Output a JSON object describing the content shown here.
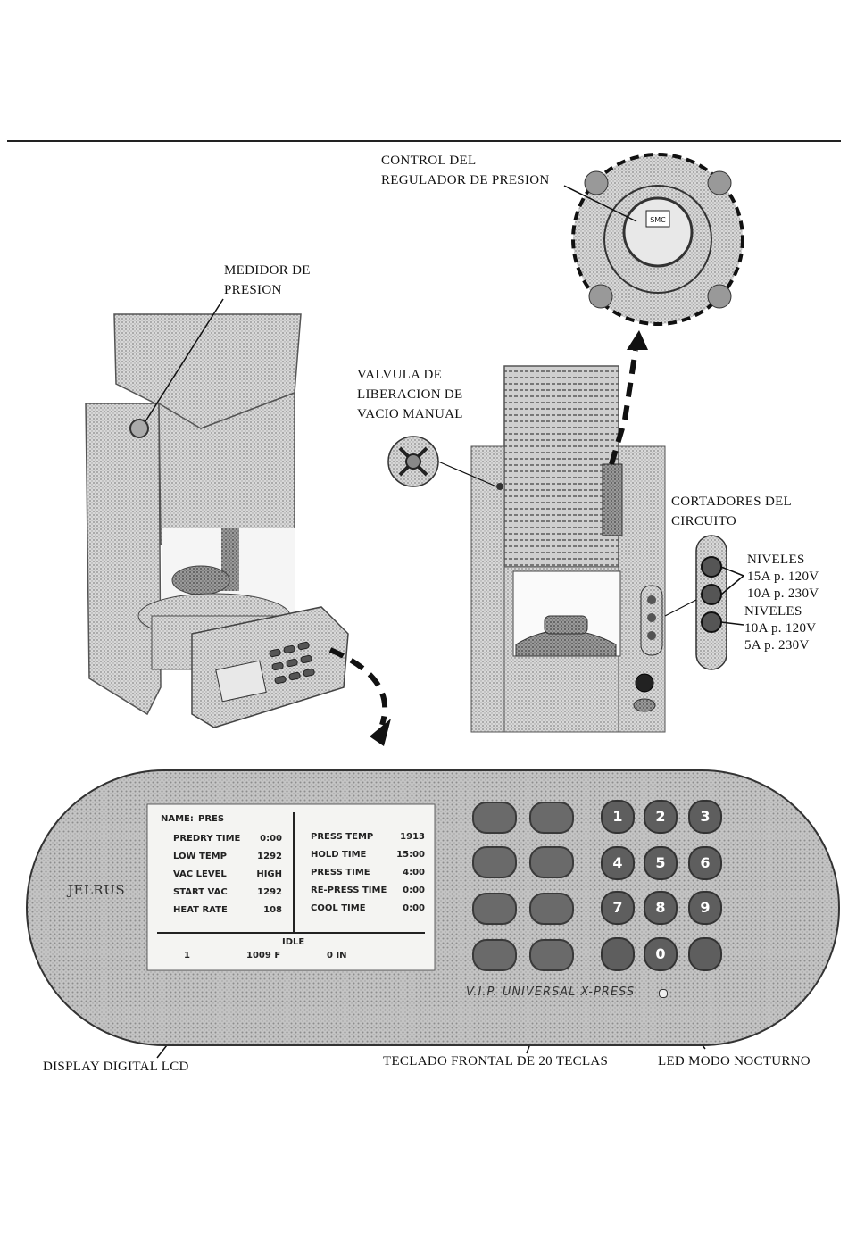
{
  "labels": {
    "pressure_regulator": [
      "CONTROL DEL",
      "REGULADOR DE PRESION"
    ],
    "pressure_gauge": [
      "MEDIDOR DE",
      "PRESION"
    ],
    "vacuum_valve": [
      "VALVULA DE",
      "LIBERACION DE",
      "VACIO MANUAL"
    ],
    "circuit_breakers": [
      "CORTADORES DEL",
      "CIRCUITO"
    ],
    "levels_1": [
      "NIVELES",
      "15A p. 120V",
      "10A p. 230V"
    ],
    "levels_2": [
      "NIVELES",
      "10A p. 120V",
      "5A p. 230V"
    ],
    "lcd_display": "DISPLAY DIGITAL LCD",
    "keypad": "TECLADO FRONTAL DE 20 TECLAS",
    "night_led": "LED MODO NOCTURNO"
  },
  "regulator_badge": "SMC",
  "panel": {
    "brand": "JELRUS",
    "model": "V.I.P. UNIVERSAL X-PRESS"
  },
  "lcd": {
    "name_label": "NAME:",
    "name_value": "PRES",
    "left_params": [
      {
        "label": "PREDRY TIME",
        "value": "0:00"
      },
      {
        "label": "LOW TEMP",
        "value": "1292"
      },
      {
        "label": "VAC LEVEL",
        "value": "HIGH"
      },
      {
        "label": "START VAC",
        "value": "1292"
      },
      {
        "label": "HEAT RATE",
        "value": "108"
      }
    ],
    "right_params": [
      {
        "label": "PRESS TEMP",
        "value": "1913"
      },
      {
        "label": "HOLD TIME",
        "value": "15:00"
      },
      {
        "label": "PRESS TIME",
        "value": "4:00"
      },
      {
        "label": "RE-PRESS TIME",
        "value": "0:00"
      },
      {
        "label": "COOL TIME",
        "value": "0:00"
      }
    ],
    "status": "IDLE",
    "program_number": "1",
    "temperature": "1009 F",
    "vacuum": "0 IN"
  },
  "keypad_digits": [
    "1",
    "2",
    "3",
    "4",
    "5",
    "6",
    "7",
    "8",
    "9",
    "0"
  ]
}
